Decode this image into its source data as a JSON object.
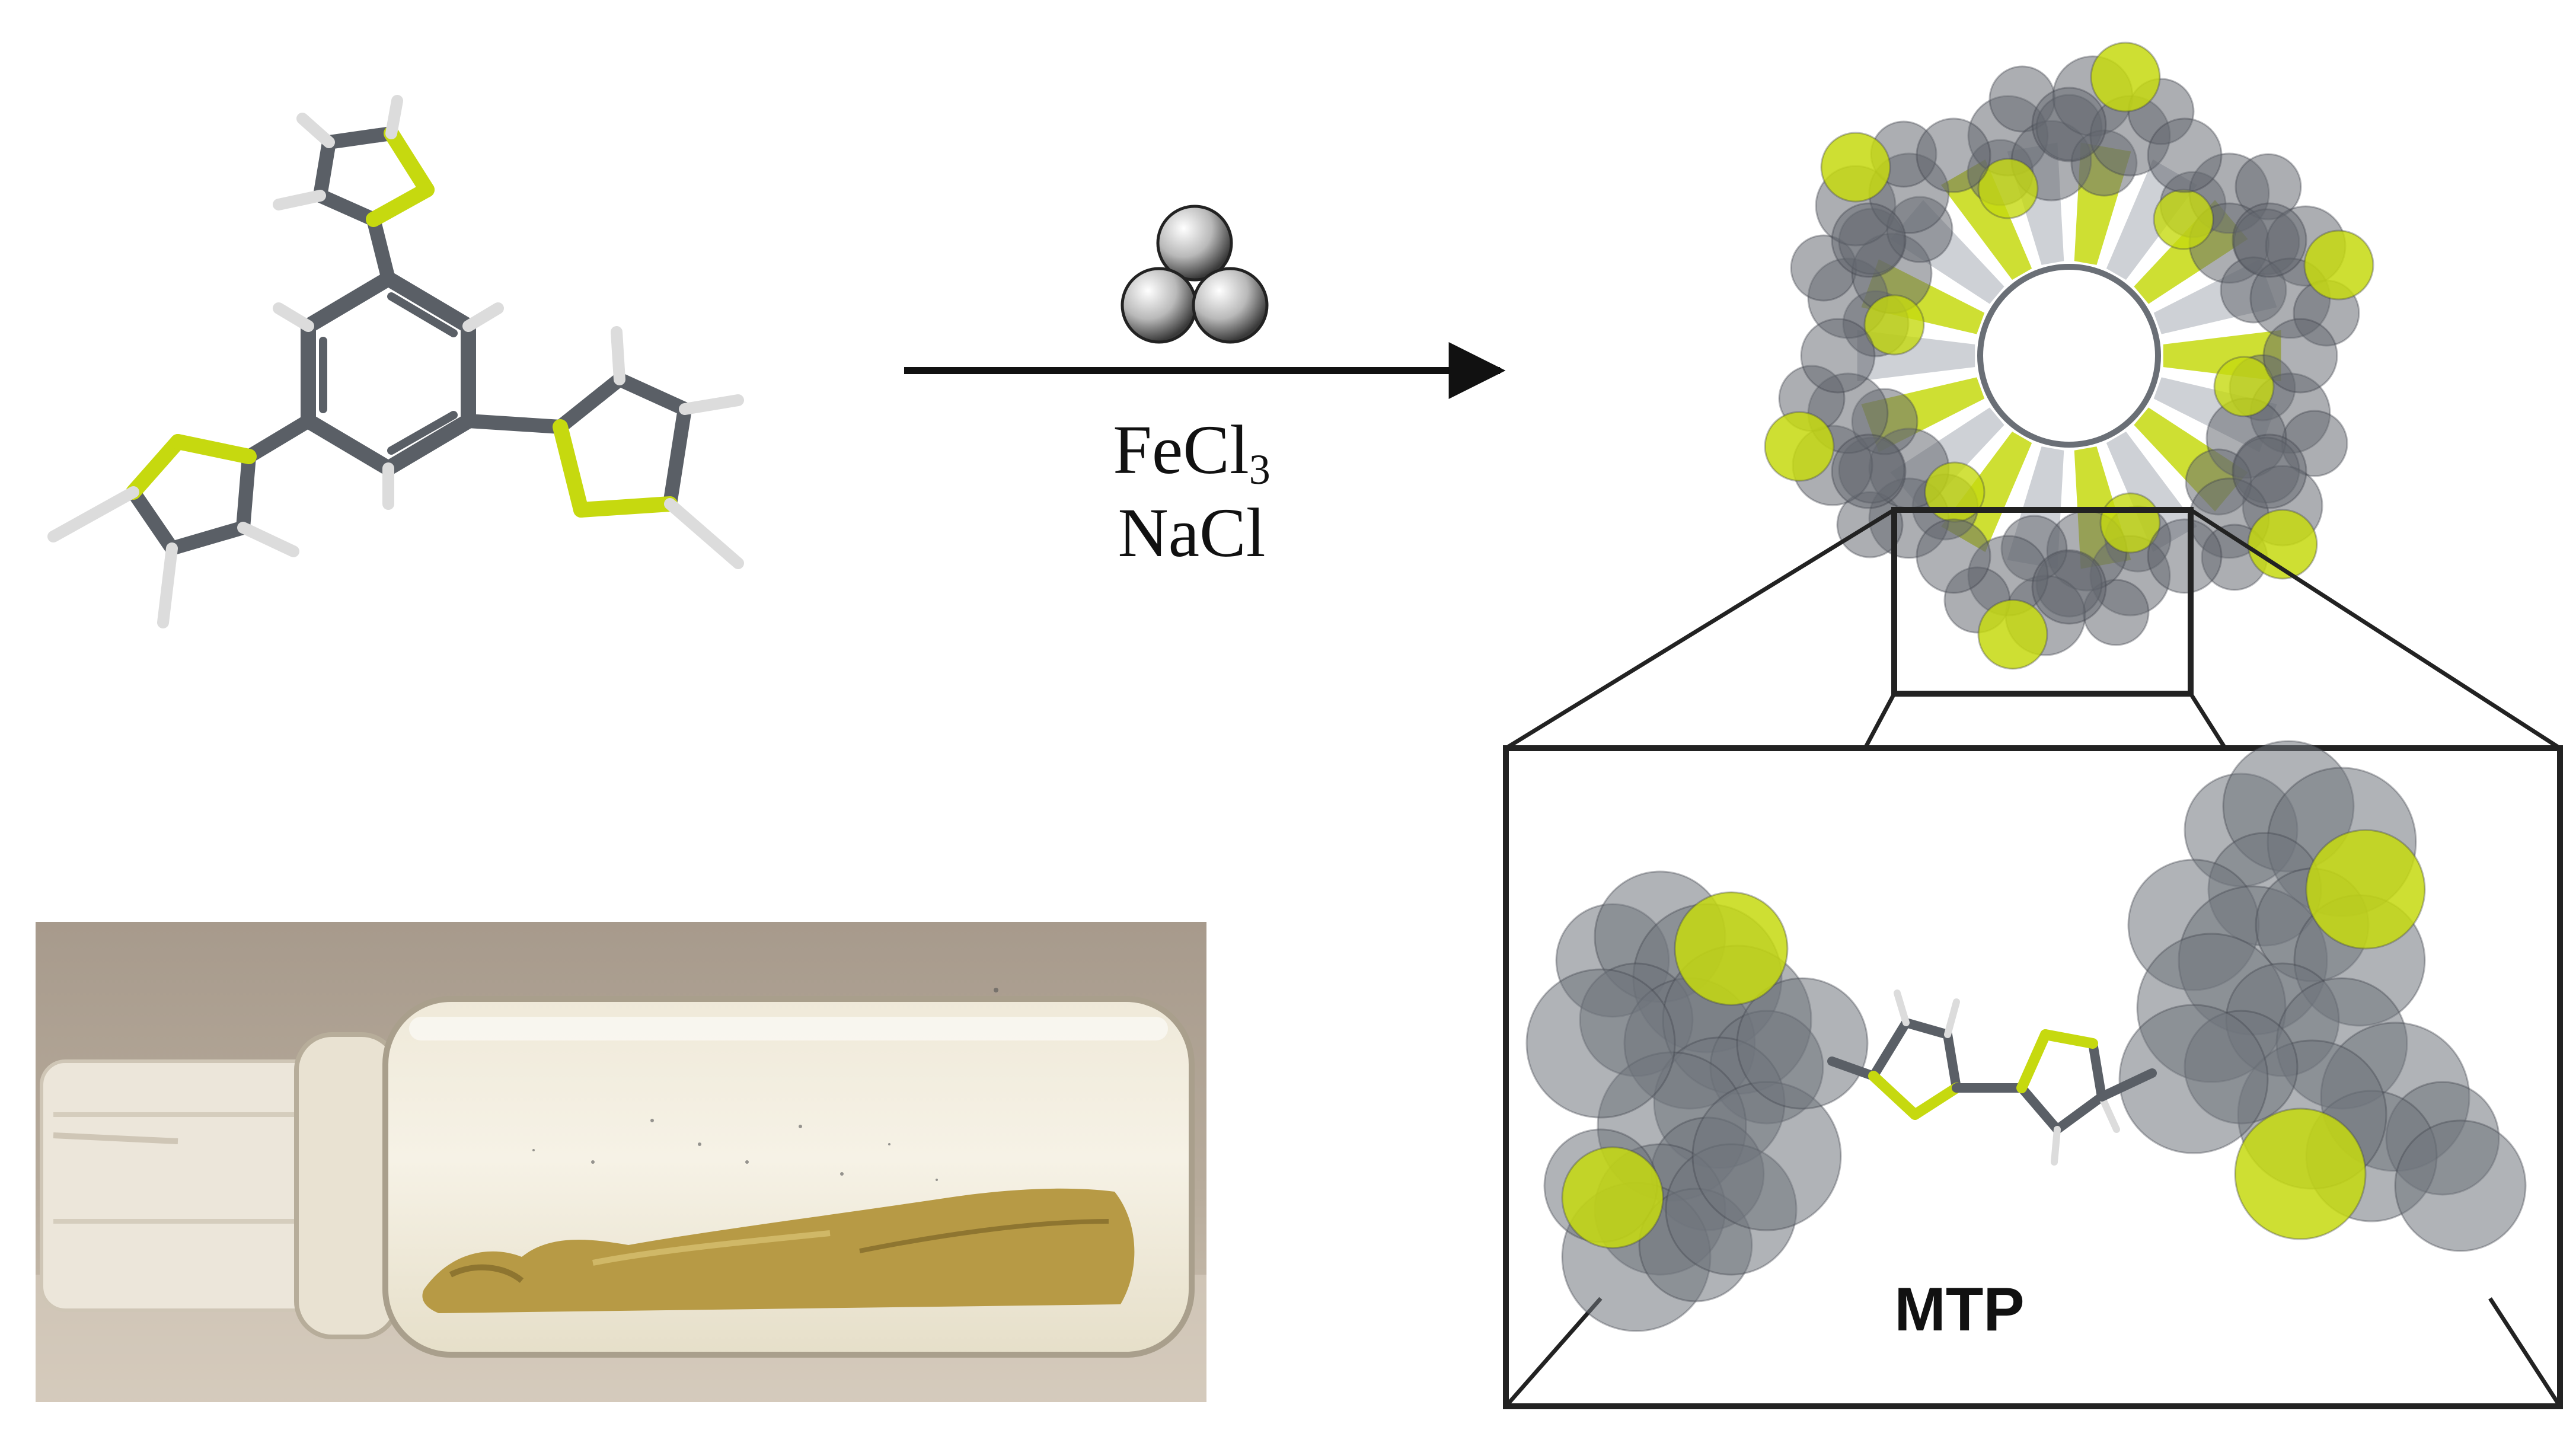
{
  "reaction": {
    "catalyst_line1_main": "FeCl",
    "catalyst_line1_sub": "3",
    "catalyst_line2": "NaCl"
  },
  "product": {
    "label": "MTP"
  },
  "colors": {
    "sulfur": "#c6d90f",
    "carbon": "#5a5f66",
    "hydrogen": "#e4e4e4",
    "powder": "#b79a45",
    "frame": "#222222"
  },
  "icons": {
    "milling": "ball-mill-icon",
    "arrow": "reaction-arrow-icon"
  }
}
